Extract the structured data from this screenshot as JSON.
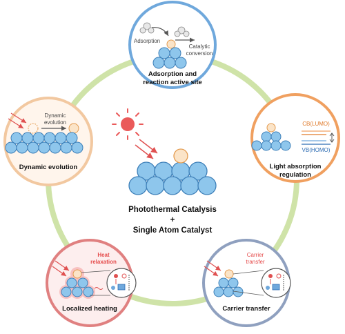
{
  "center": {
    "line1": "Photothermal Catalysis",
    "plus": "+",
    "line2": "Single Atom Catalyst"
  },
  "nodes": {
    "adsorption": {
      "title_line1": "Adsorption and",
      "title_line2": "reaction active site",
      "label_adsorption": "Adsorption",
      "label_catalytic1": "Catalytic",
      "label_catalytic2": "conversion",
      "ring_color": "#6fa8dc"
    },
    "light": {
      "title_line1": "Light absorption",
      "title_line2": "regulation",
      "cb_label": "CB(LUMO)",
      "vb_label": "VB(HOMO)",
      "ring_color": "#f0a060"
    },
    "carrier": {
      "title": "Carrier transfer",
      "label_line1": "Carrier",
      "label_line2": "transfer",
      "ring_color": "#8fa0bf"
    },
    "heating": {
      "title": "Localized heating",
      "label_line1": "Heat",
      "label_line2": "relaxation",
      "ring_color": "#e08080"
    },
    "dynamic": {
      "title": "Dynamic evolution",
      "label_line1": "Dynamic",
      "label_line2": "evolution",
      "ring_color": "#f2c8a0"
    }
  },
  "colors": {
    "cycle_ring": "#cfe3a8",
    "sphere_fill": "#8ec6ec",
    "sphere_stroke": "#3d7fb8",
    "atom_fill": "#fbe4c8",
    "atom_stroke": "#e39a4e",
    "sun": "#ea5a5a",
    "text_red": "#e54b4b",
    "text_blue": "#2f6db3",
    "text_orange": "#e07a2a"
  },
  "icons": [
    "sun-icon",
    "light-ray-icon",
    "thermometer-icon",
    "electron-icon"
  ]
}
